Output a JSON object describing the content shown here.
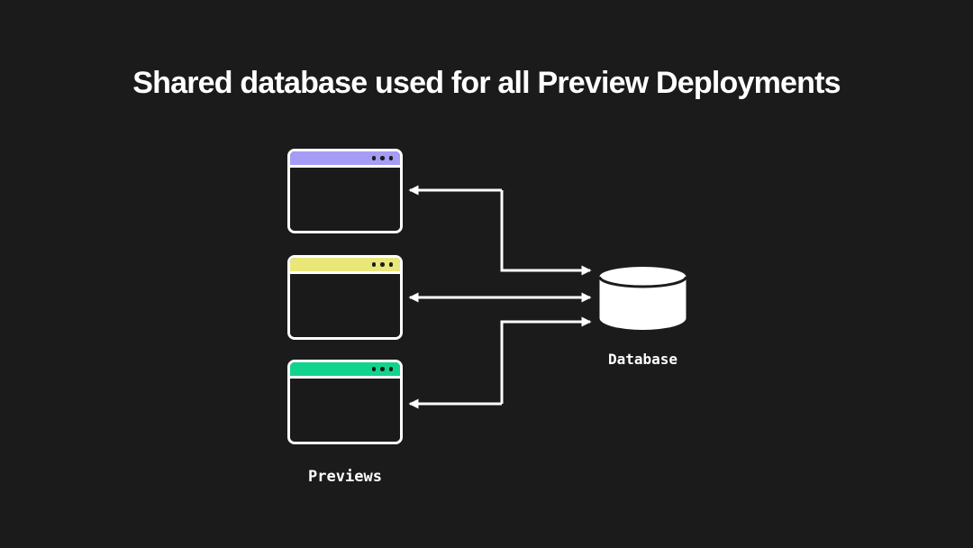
{
  "title": "Shared database used for all Preview Deployments",
  "colors": {
    "background": "#1b1b1b",
    "line_and_shapes": "#ffffff",
    "window_body": "#1a1a1a",
    "titlebar_dots": "#1c1c1c",
    "preview_purple": "#a79cf5",
    "preview_yellow": "#eae77a",
    "preview_green": "#12d38e"
  },
  "previews": {
    "label": "Previews",
    "windows": [
      {
        "name": "preview-window-1",
        "titlebar_color": "#a79cf5"
      },
      {
        "name": "preview-window-2",
        "titlebar_color": "#eae77a"
      },
      {
        "name": "preview-window-3",
        "titlebar_color": "#12d38e"
      }
    ]
  },
  "database": {
    "label": "Database"
  },
  "connections": [
    {
      "from": "preview-window-1",
      "to": "database",
      "type": "bidirectional-elbow-arrow"
    },
    {
      "from": "preview-window-2",
      "to": "database",
      "type": "bidirectional-straight-arrow"
    },
    {
      "from": "preview-window-3",
      "to": "database",
      "type": "bidirectional-elbow-arrow"
    }
  ]
}
